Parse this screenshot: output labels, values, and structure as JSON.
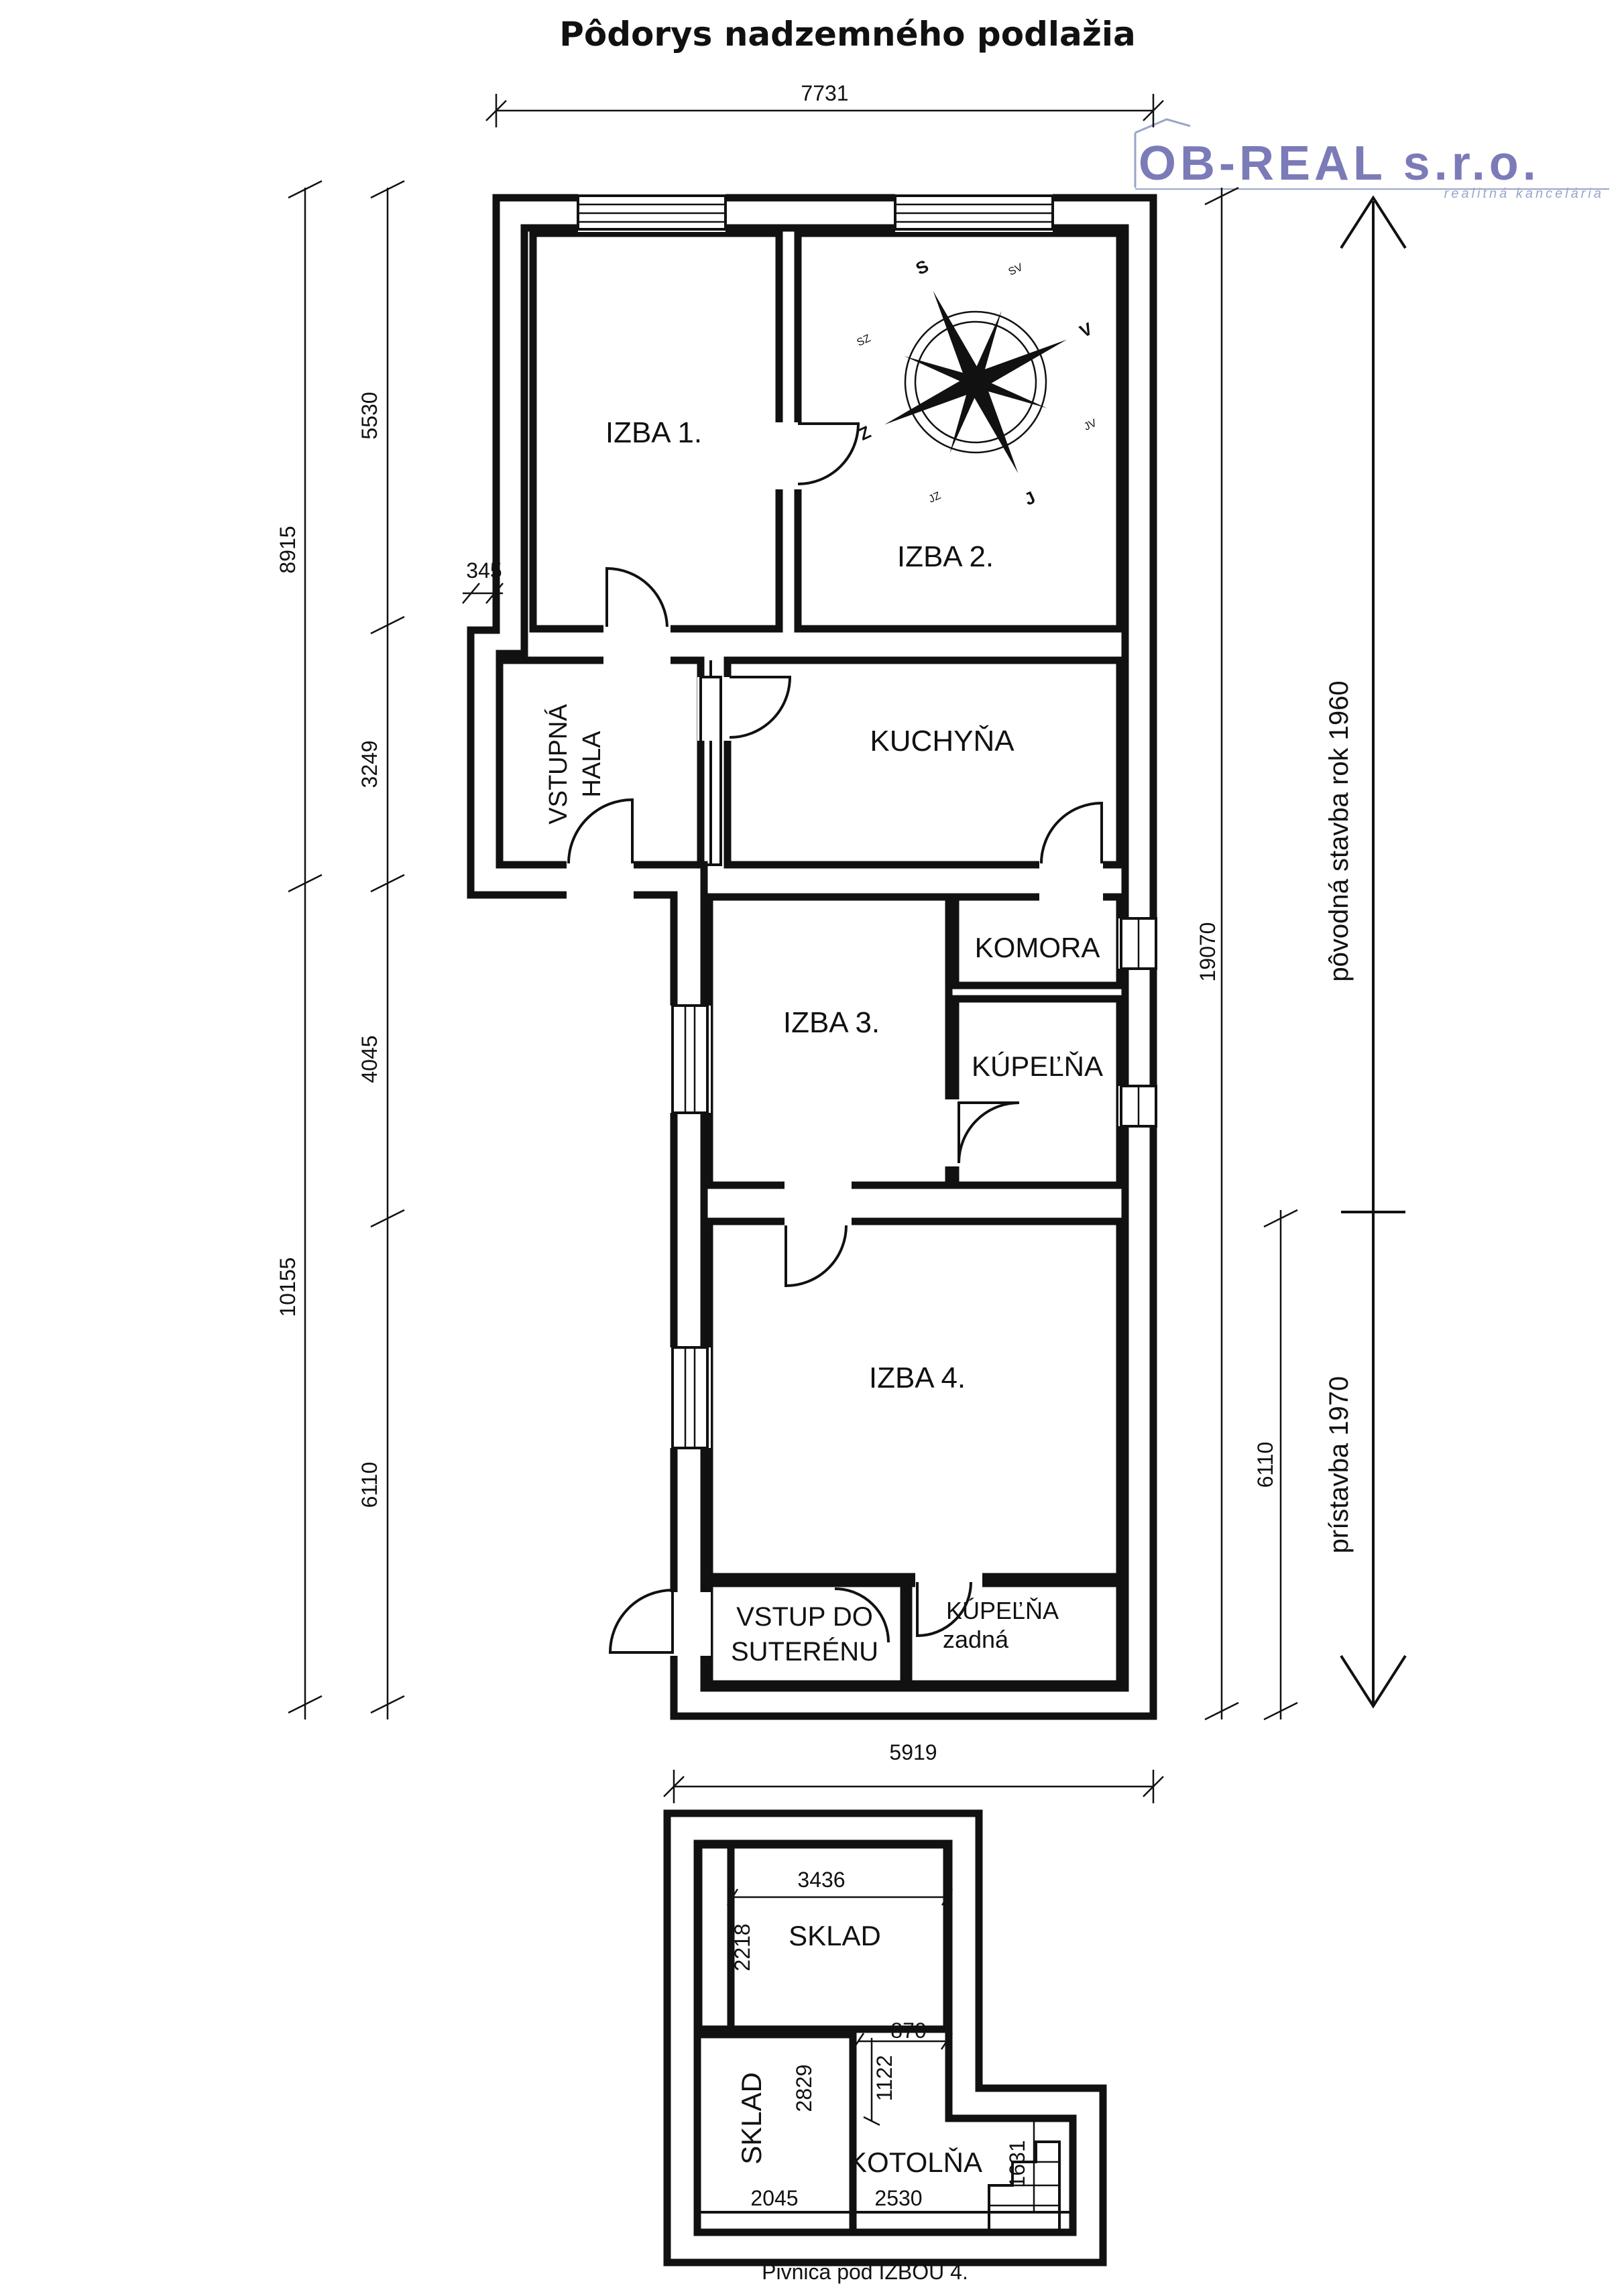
{
  "title": "Pôdorys nadzemného podlažia",
  "logo": {
    "name": "OB-REAL s.r.o.",
    "tagline": "realitná kancelária",
    "color": "#7b7bb8"
  },
  "rooms": {
    "izba1": "IZBA 1.",
    "izba2": "IZBA 2.",
    "vstupna_hala_1": "VSTUPNÁ",
    "vstupna_hala_2": "HALA",
    "kuchyna": "KUCHYŇA",
    "komora": "KOMORA",
    "izba3": "IZBA 3.",
    "kupelna": "KÚPEĽŇA",
    "izba4": "IZBA 4.",
    "vstup_suteren_1": "VSTUP DO",
    "vstup_suteren_2": "SUTERÉNU",
    "kupelna_zadna_1": "KÚPEĽŇA",
    "kupelna_zadna_2": "zadná"
  },
  "dimensions": {
    "top_width": "7731",
    "left_8915": "8915",
    "left_10155": "10155",
    "seg_5530": "5530",
    "seg_3249": "3249",
    "seg_4045": "4045",
    "seg_6110_left": "6110",
    "wall_345": "345",
    "right_19070": "19070",
    "right_6110": "6110",
    "bottom_width": "5919"
  },
  "phases": {
    "original": "pôvodná stavba rok 1960",
    "extension": "prístavba  1970"
  },
  "compass": {
    "labels": [
      "S",
      "SV",
      "V",
      "JV",
      "J",
      "JZ",
      "Z",
      "SZ"
    ]
  },
  "cellar": {
    "sklad_top": "SKLAD",
    "sklad_left": "SKLAD",
    "kotolna": "KOTOLŇA",
    "dim_3436": "3436",
    "dim_2218": "2218",
    "dim_870": "870",
    "dim_1122": "1122",
    "dim_2829": "2829",
    "dim_1631": "1631",
    "dim_2045": "2045",
    "dim_2530": "2530",
    "caption": "Pivnica pod IZBOU 4."
  }
}
